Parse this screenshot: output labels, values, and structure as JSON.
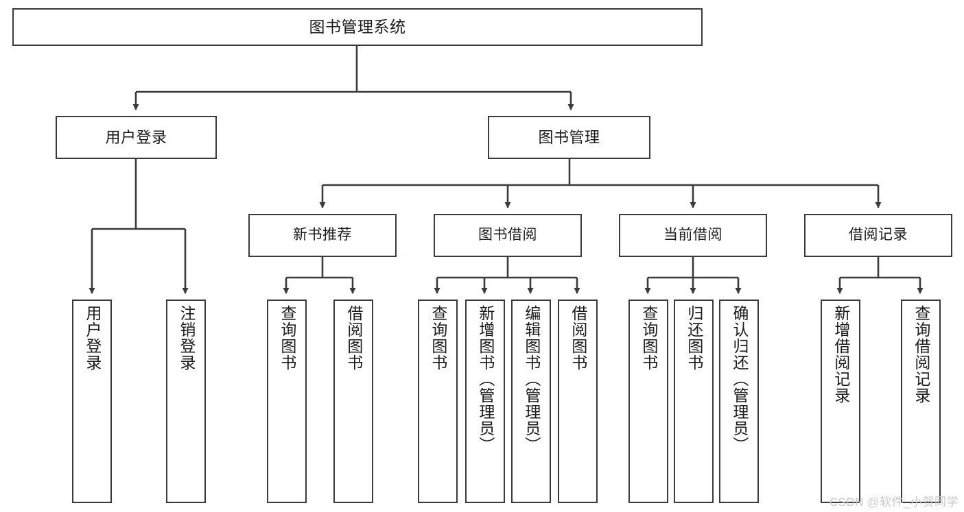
{
  "diagram": {
    "title": "图书管理系统",
    "type": "tree-hierarchy-diagram",
    "colors": {
      "box_border": "#3a3a3a",
      "box_fill": "#ffffff",
      "connector": "#3a3a3a",
      "text": "#1b1b1b",
      "watermark": "#c8c8c8",
      "background": "#ffffff"
    },
    "root": {
      "label": "图书管理系统"
    },
    "level1": [
      {
        "label": "用户登录"
      },
      {
        "label": "图书管理"
      }
    ],
    "level2": [
      {
        "label": "新书推荐"
      },
      {
        "label": "图书借阅"
      },
      {
        "label": "当前借阅"
      },
      {
        "label": "借阅记录"
      }
    ],
    "leaves": {
      "user_login": [
        {
          "label": "用户登录"
        },
        {
          "label": "注销登录"
        }
      ],
      "new_book_recommend": [
        {
          "label": "查询图书"
        },
        {
          "label": "借阅图书"
        }
      ],
      "book_borrow": [
        {
          "label": "查询图书"
        },
        {
          "label": "新增图书（管理员）"
        },
        {
          "label": "编辑图书（管理员）"
        },
        {
          "label": "借阅图书"
        }
      ],
      "current_borrow": [
        {
          "label": "查询图书"
        },
        {
          "label": "归还图书"
        },
        {
          "label": "确认归还（管理员）"
        }
      ],
      "borrow_record": [
        {
          "label": "新增借阅记录"
        },
        {
          "label": "查询借阅记录"
        }
      ]
    }
  },
  "watermark": {
    "text": "CSDN @软件_小贺同学"
  }
}
